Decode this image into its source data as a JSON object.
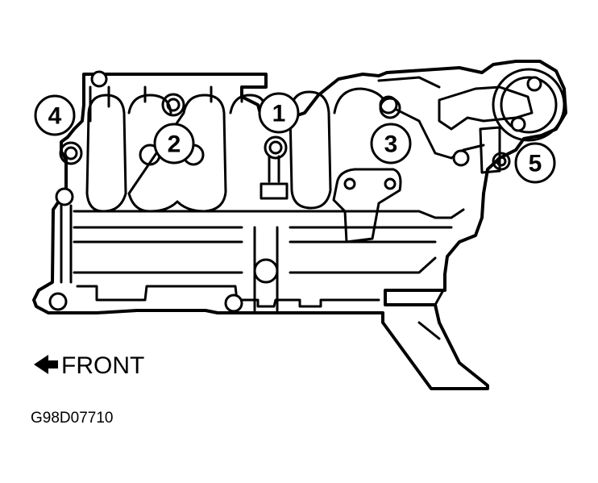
{
  "diagram": {
    "callouts": [
      {
        "id": "1",
        "text": "1"
      },
      {
        "id": "2",
        "text": "2"
      },
      {
        "id": "3",
        "text": "3"
      },
      {
        "id": "4",
        "text": "4"
      },
      {
        "id": "5",
        "text": "5"
      }
    ],
    "direction_label": "FRONT",
    "figure_code": "G98D07710"
  }
}
